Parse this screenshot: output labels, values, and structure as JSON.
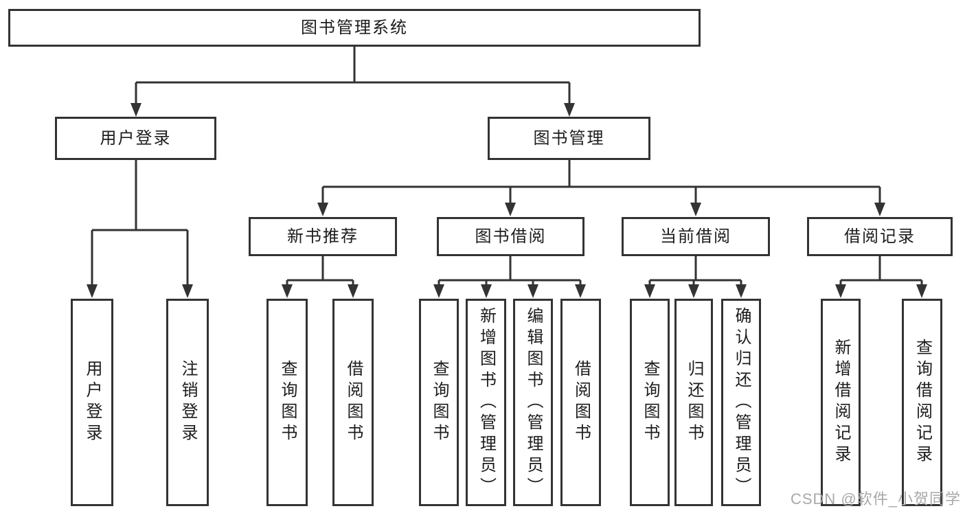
{
  "title": "图书管理系统",
  "root_label": "图书管理系统",
  "level2": {
    "user_login": "用户登录",
    "book_mgmt": "图书管理"
  },
  "level3": {
    "new_book": "新书推荐",
    "book_borrow": "图书借阅",
    "current_borrow": "当前借阅",
    "borrow_record": "借阅记录"
  },
  "leaves": [
    "用户登录",
    "注销登录",
    "查询图书",
    "借阅图书",
    "查询图书",
    "新增图书（管理员）",
    "编辑图书（管理员）",
    "借阅图书",
    "查询图书",
    "归还图书",
    "确认归还（管理员）",
    "新增借阅记录",
    "查询借阅记录"
  ],
  "hierarchy": {
    "图书管理系统": {
      "用户登录": [
        "用户登录",
        "注销登录"
      ],
      "图书管理": {
        "新书推荐": [
          "查询图书",
          "借阅图书"
        ],
        "图书借阅": [
          "查询图书",
          "新增图书（管理员）",
          "编辑图书（管理员）",
          "借阅图书"
        ],
        "当前借阅": [
          "查询图书",
          "归还图书",
          "确认归还（管理员）"
        ],
        "借阅记录": [
          "新增借阅记录",
          "查询借阅记录"
        ]
      }
    }
  },
  "watermark": "CSDN @软件_小贺同学",
  "colors": {
    "line": "#333333",
    "text": "#1c1c1c",
    "background": "#ffffff",
    "watermark": "#a8a8a8"
  }
}
